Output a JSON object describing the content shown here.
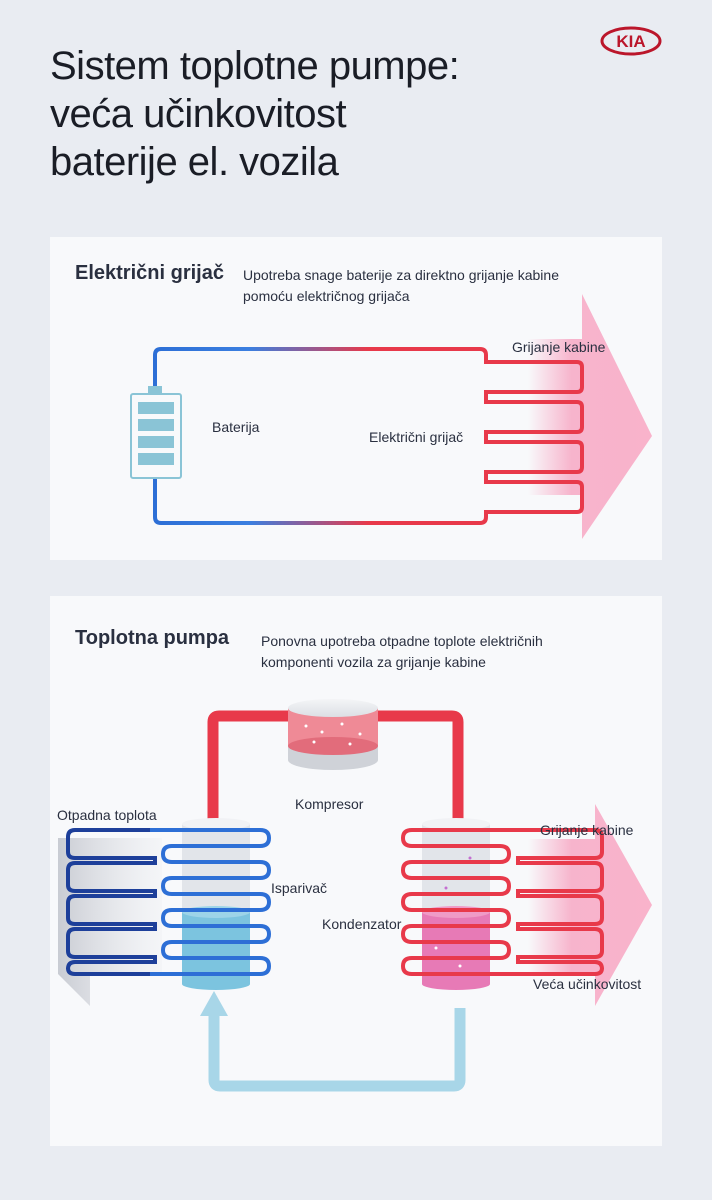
{
  "brand": {
    "logo_text": "KIA"
  },
  "title_lines": [
    "Sistem toplotne pumpe:",
    "veća učinkovitost",
    "baterije el. vozila"
  ],
  "electric_heater": {
    "title": "Električni grijač",
    "description_lines": [
      "Upotreba snage baterije za direktno grijanje kabine",
      "pomoću električnog grijača"
    ],
    "labels": {
      "battery": "Baterija",
      "heater": "Električni grijač",
      "cabin_heating": "Grijanje kabine"
    }
  },
  "heat_pump": {
    "title": "Toplotna pumpa",
    "description_lines": [
      "Ponovna upotreba otpadne toplote električnih",
      "komponenti vozila za grijanje kabine"
    ],
    "labels": {
      "waste_heat": "Otpadna toplota",
      "compressor": "Kompresor",
      "evaporator": "Isparivač",
      "condenser": "Kondenzator",
      "cabin_heating": "Grijanje kabine",
      "efficiency": "Veća učinkovitost"
    }
  },
  "colors": {
    "hot": "#e8394a",
    "cold": "#2d6fd6",
    "dark_cold": "#1d3f9a",
    "light_return": "#a8d6e8",
    "pink_arrow": "#f7a8c4",
    "logo_red": "#bb162b"
  }
}
